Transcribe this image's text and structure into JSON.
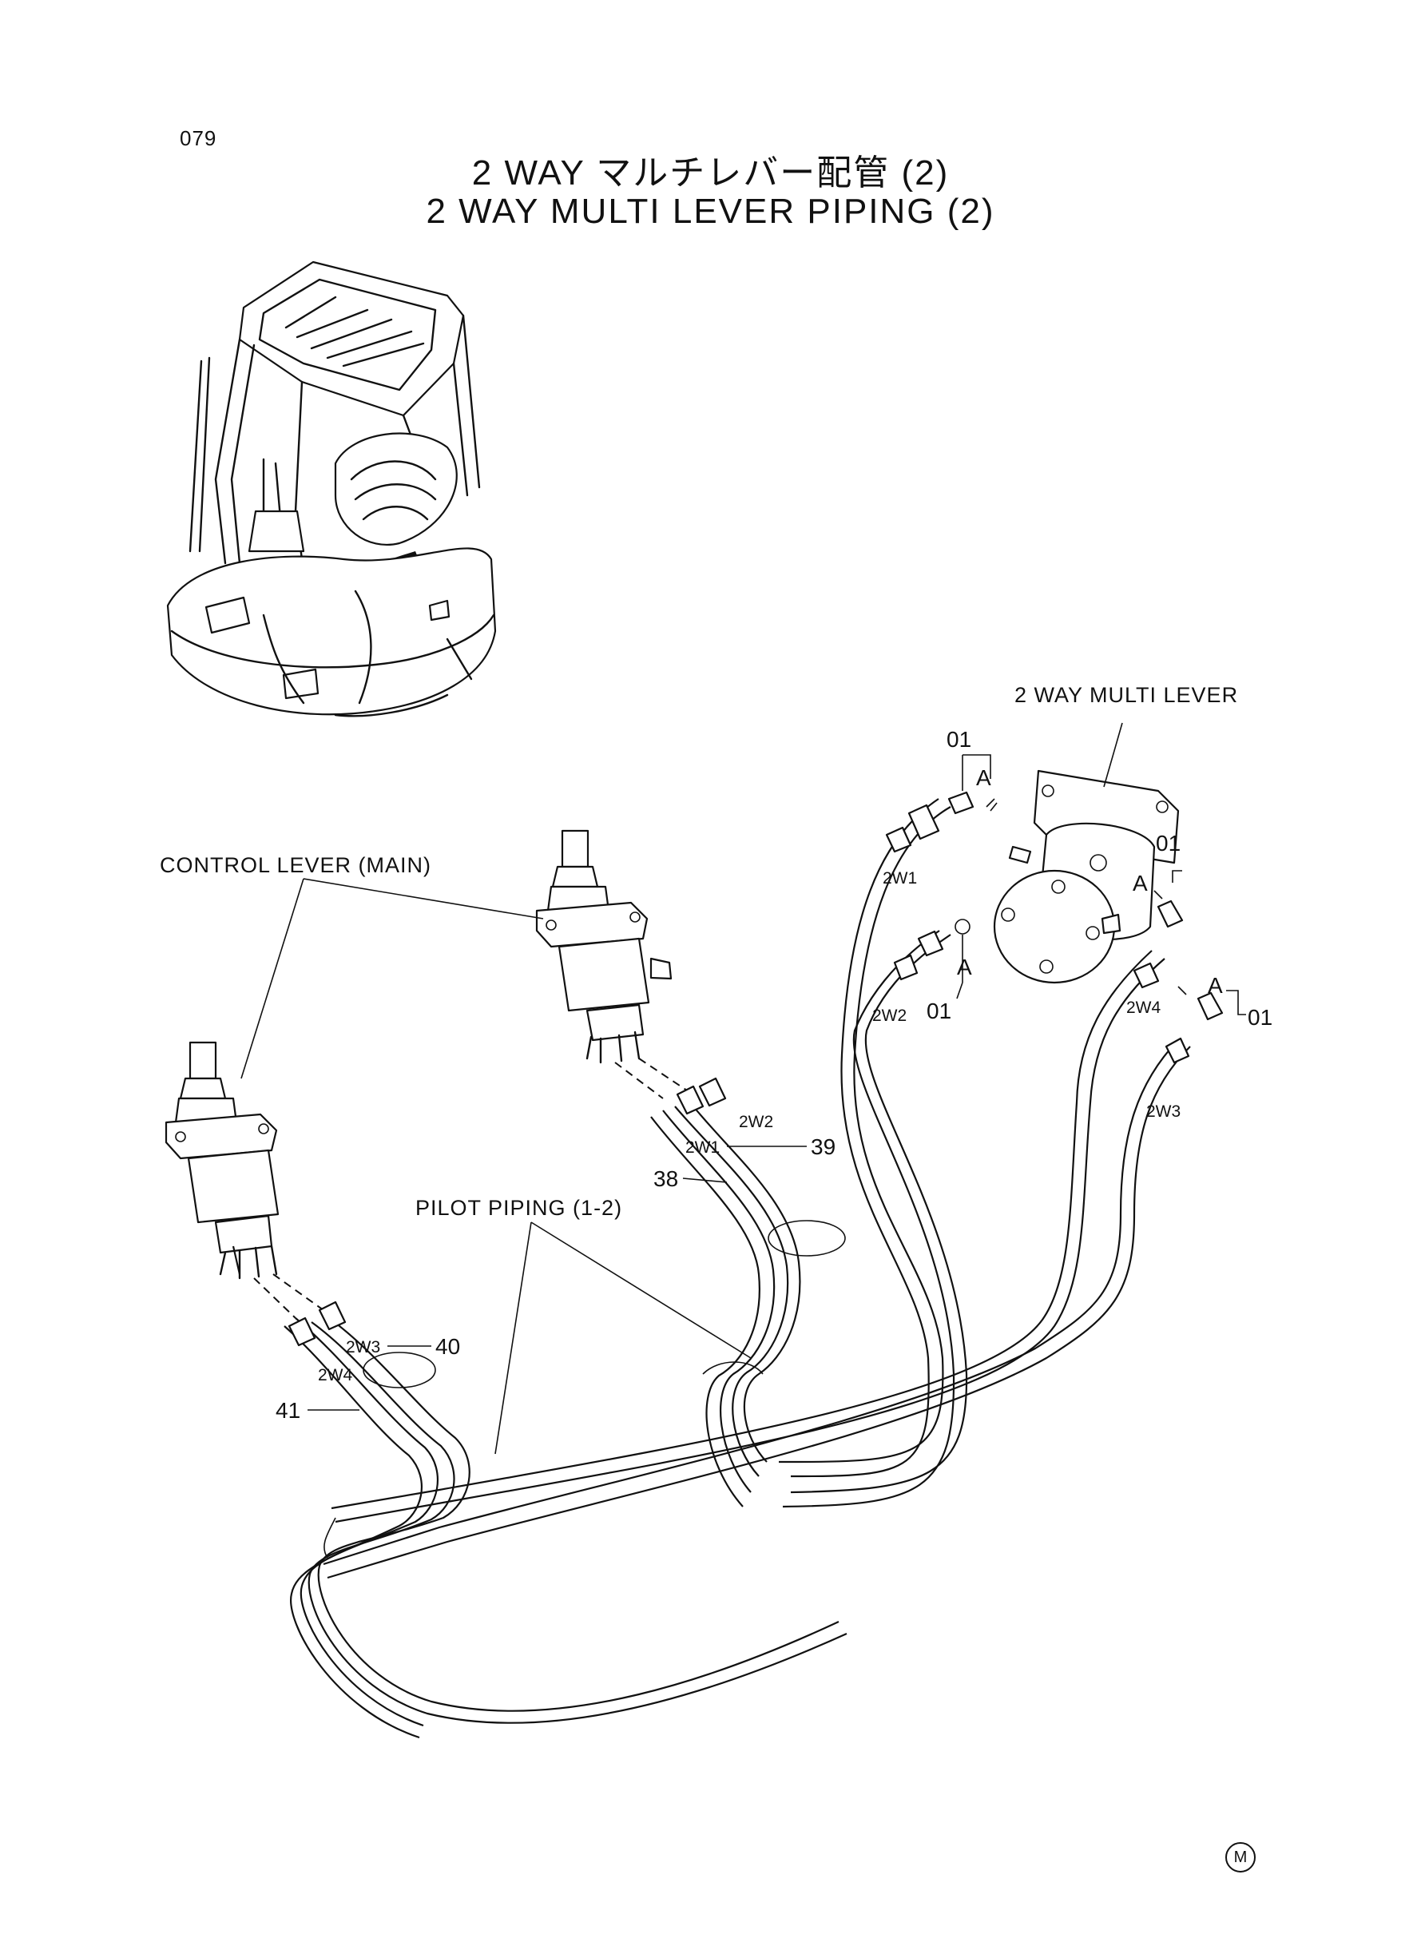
{
  "page": {
    "number": "079",
    "title_ja": "2 WAY マルチレバー配管 (2)",
    "title_en": "2 WAY MULTI LEVER PIPING (2)",
    "manufacturer_mark": "M"
  },
  "labels": {
    "multi_lever": "2 WAY MULTI LEVER",
    "control_lever": "CONTROL LEVER (MAIN)",
    "pilot_piping": "PILOT PIPING (1-2)"
  },
  "callouts": {
    "part_01": "01",
    "detail_a": "A",
    "part_38": "38",
    "part_39": "39",
    "part_40": "40",
    "part_41": "41"
  },
  "port_labels": {
    "w1": "2W1",
    "w2": "2W2",
    "w3": "2W3",
    "w4": "2W4"
  }
}
